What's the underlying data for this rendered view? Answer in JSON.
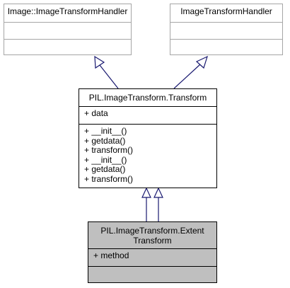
{
  "classes": {
    "image_handler": {
      "name": "Image::ImageTransformHandler",
      "attributes": [],
      "methods": []
    },
    "handler": {
      "name": "ImageTransformHandler",
      "attributes": [],
      "methods": []
    },
    "transform": {
      "name": "PIL.ImageTransform.Transform",
      "attributes": [
        "+ data"
      ],
      "methods": [
        "+ __init__()",
        "+ getdata()",
        "+ transform()",
        "+ __init__()",
        "+ getdata()",
        "+ transform()"
      ]
    },
    "extent": {
      "name_line1": "PIL.ImageTransform.Extent",
      "name_line2": "Transform",
      "attributes": [
        "+ method"
      ],
      "methods": []
    }
  },
  "colors": {
    "line": "#191970",
    "box_border": "#000000",
    "pale_border": "#a6a6a6",
    "highlight_fill": "#bfbfbf"
  }
}
